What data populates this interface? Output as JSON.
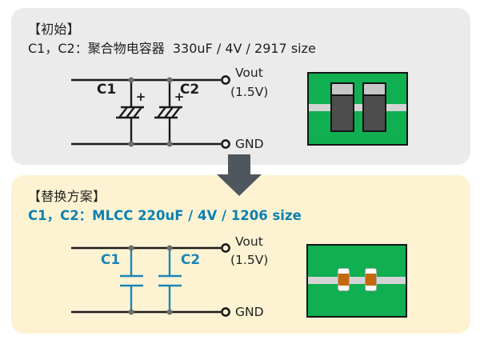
{
  "colors": {
    "initial_panel_bg": "#ebebeb",
    "replacement_panel_bg": "#fdf3d2",
    "accent_teal": "#0d80b0",
    "schematic_teal": "#1b85b5",
    "arrow_gray": "#4f575e",
    "pcb_green": "#10af52",
    "pcb_trace_gray": "#d4d4d4",
    "polymer_chip_body": "#4d4d4d",
    "polymer_chip_terminal": "#c7c7c7",
    "mlcc_body_orange": "#c5690f",
    "mlcc_terminal_white": "#ffffff",
    "schematic_line": "#1a1a1a"
  },
  "initial_panel": {
    "title": "【初始】",
    "spec_line": "C1，C2：聚合物电容器  330uF / 4V / 2917 size",
    "circuit": {
      "c1": "C1",
      "c2": "C2",
      "plus": "+",
      "vout": "Vout",
      "vout_voltage": "(1.5V)",
      "gnd": "GND"
    }
  },
  "replacement_panel": {
    "title": "【替换方案】",
    "spec_line": "C1，C2：MLCC 220uF / 4V / 1206 size",
    "circuit": {
      "c1": "C1",
      "c2": "C2",
      "vout": "Vout",
      "vout_voltage": "(1.5V)",
      "gnd": "GND"
    }
  }
}
